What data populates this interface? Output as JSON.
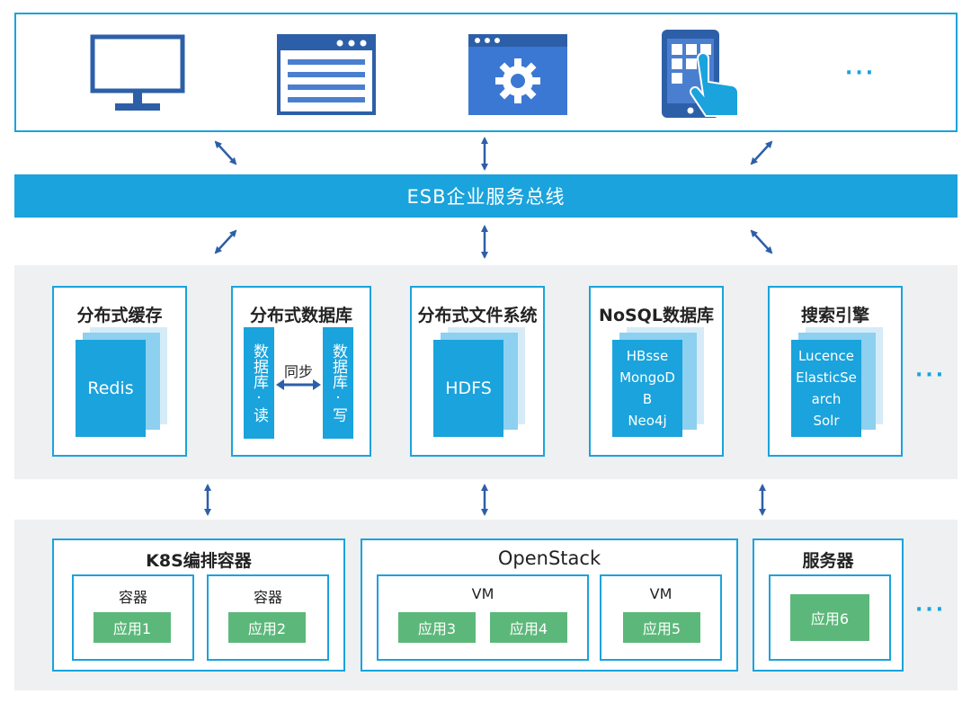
{
  "top": {
    "more": "···"
  },
  "esb": {
    "label": "ESB企业服务总线"
  },
  "middle": {
    "more": "···",
    "cache": {
      "title": "分布式缓存",
      "content": "Redis"
    },
    "database": {
      "title": "分布式数据库",
      "read": "数据库·读",
      "write": "数据库·写",
      "sync": "同步"
    },
    "fs": {
      "title": "分布式文件系统",
      "content": "HDFS"
    },
    "nosql": {
      "title": "NoSQL数据库",
      "lines": [
        "HBsse",
        "MongoD",
        "B",
        "Neo4j"
      ]
    },
    "search": {
      "title": "搜索引擎",
      "lines": [
        "Lucence",
        "ElasticSe",
        "arch",
        "Solr"
      ]
    }
  },
  "bottom": {
    "more": "···",
    "k8s": {
      "title": "K8S编排容器",
      "containers": [
        {
          "label": "容器",
          "app": "应用1"
        },
        {
          "label": "容器",
          "app": "应用2"
        }
      ]
    },
    "openstack": {
      "title": "OpenStack",
      "vms": [
        {
          "label": "VM",
          "apps": [
            "应用3",
            "应用4"
          ]
        },
        {
          "label": "VM",
          "apps": [
            "应用5"
          ]
        }
      ]
    },
    "server": {
      "title": "服务器",
      "app": "应用6"
    }
  },
  "colors": {
    "accent": "#1aa3dc",
    "arrow": "#2d5fa8",
    "app": "#5cb87a",
    "panel": "#eef0f1",
    "icon_dark": "#2d5fa8",
    "icon_light": "#4a7fd0"
  },
  "icons": [
    "monitor-icon",
    "browser-window-icon",
    "settings-window-icon",
    "mobile-touch-icon"
  ]
}
